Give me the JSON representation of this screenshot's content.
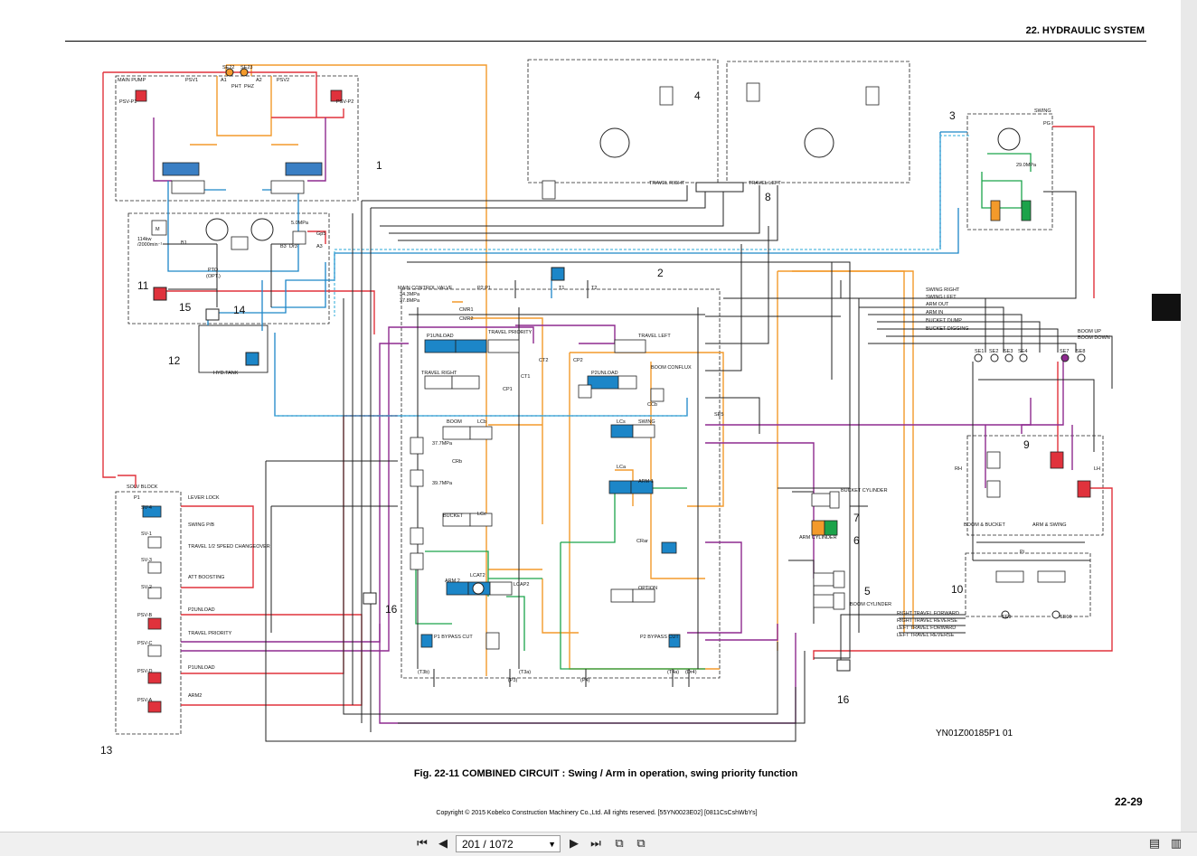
{
  "header": {
    "section_title": "22. HYDRAULIC SYSTEM"
  },
  "figure": {
    "caption": "Fig. 22-11 COMBINED CIRCUIT : Swing / Arm in operation, swing priority function",
    "drawing_code": "YN01Z00185P1  01",
    "page_number": "22-29",
    "copyright": "Copyright © 2015 Kobelco Construction Machinery Co.,Ltd. All rights reserved. [55YN0023E02] [0811CsCshWbYs]"
  },
  "callouts": [
    "1",
    "2",
    "3",
    "4",
    "5",
    "6",
    "7",
    "8",
    "9",
    "10",
    "11",
    "12",
    "13",
    "14",
    "15",
    "16",
    "16"
  ],
  "labels": {
    "main_pump": "MAIN PUMP",
    "psv1": "PSV1",
    "psv2": "PSV2",
    "psvp1": "PSV-P1",
    "psvp2": "PSV-P2",
    "se22": "SE22",
    "se23": "SE23",
    "pht": "PHT",
    "phz": "PHZ",
    "a1": "A1",
    "a2": "A2",
    "b1": "B1",
    "b3": "B3",
    "dr3": "Dr3",
    "a3": "A3",
    "m": "M",
    "engine_kw": "114kw",
    "engine_rpm": "/2000min⁻¹",
    "pto": "PTO",
    "opt": "(OPT.)",
    "mpa50": "5.0MPa",
    "pilot": "Gp5",
    "hyd_tank": "HYD.TANK",
    "travel_right": "TRAVEL RIGHT",
    "travel_left": "TRAVEL LEFT",
    "swing_motor": "SWING",
    "pg": "PG",
    "mpa290": "29.0MPa",
    "main_cv": "MAIN CONTROL VALVE",
    "mpa343": "34.3MPa",
    "mpa378": "37.8MPa",
    "cmr1": "CMR1",
    "cmr2": "CMR2",
    "p1unload": "P1UNLOAD",
    "travel_priority": "TRAVEL PRIORITY",
    "travel_right_spool": "TRAVEL RIGHT",
    "ct1": "CT1",
    "cp1": "CP1",
    "boom_spool": "BOOM",
    "lcb": "LCb",
    "crb": "CRb",
    "mpa377": "37.7MPa",
    "mpa397": "39.7MPa",
    "bucket_spool": "BUCKET",
    "lcc": "LCc",
    "arm2": "ARM 2",
    "lcat2": "LCAT2",
    "lcap2": "LCAP2",
    "p1bypass": "P1 BYPASS CUT",
    "travel_left_spool": "TRAVEL LEFT",
    "p2unload": "P2UNLOAD",
    "boom_conflux": "BOOM CONFLUX",
    "ccb": "CCb",
    "lcs": "LCs",
    "swing_spool": "SWING",
    "lca": "LCa",
    "arm1": "ARM 1",
    "crar": "CRar",
    "option": "OPTION",
    "p2bypass": "P2 BYPASS CUT",
    "ct2": "CT2",
    "cp2": "CP2",
    "t1": "T1",
    "t2": "T2",
    "p2p1": "P2 P1",
    "t3b": "(T3b)",
    "t3a": "(T3a)",
    "p3": "(P3)",
    "p4": "(P4)",
    "t4a": "(T4a)",
    "dr": "(Dr4)",
    "solv_block": "SOLV BLOCK",
    "p1": "P1",
    "lever_lock": "LEVER LOCK",
    "swing_pb": "SWING P/B",
    "travel_speed": "TRAVEL 1/2 SPEED CHANGEOVER",
    "att_boosting": "ATT BOOSTING",
    "p2unload_s": "P2UNLOAD",
    "travel_priority_s": "TRAVEL PRIORITY",
    "p1unload_s": "P1UNLOAD",
    "arm2_s": "ARM2",
    "sv4": "SV-4",
    "sv1": "SV-1",
    "sv3": "SV-3",
    "sv2": "SV-2",
    "psvb": "PSV-B",
    "psvc": "PSV-C",
    "psvd": "PSV-D",
    "psva": "PSV-A",
    "bucket_cyl": "BUCKET CYLINDER",
    "arm_cyl": "ARM CYLINDER",
    "boom_cyl": "BOOM CYLINDER",
    "swing_right": "SWING RIGHT",
    "swing_left": "SWING LEFT",
    "arm_out": "ARM OUT",
    "arm_in": "ARM IN",
    "bucket_dump": "BUCKET DUMP",
    "bucket_digging": "BUCKET DIGGING",
    "boom_up": "BOOM UP",
    "boom_down": "BOOM DOWN",
    "se1": "SE1",
    "se2": "SE2",
    "se3": "SE3",
    "se4": "SE4",
    "se7": "SE7",
    "se8": "SE8",
    "se5": "SE5",
    "rh": "RH",
    "lh": "LH",
    "boom_bucket": "BOOM & BUCKET",
    "arm_swing": "ARM & SWING",
    "rtf": "RIGHT TRAVEL FORWARD",
    "rtr": "RIGHT TRAVEL REVERSE",
    "ltf": "LEFT TRAVEL FORWARD",
    "ltr": "LEFT TRAVEL REVERSE",
    "se9": "SE9",
    "se10": "SE10",
    "pi": "Pi"
  },
  "colors": {
    "orange": "#f39a2b",
    "red": "#e0323c",
    "purple": "#8e2a8f",
    "blue": "#1c86c8",
    "green": "#1ba34a",
    "cyan": "#2aa8d8",
    "black": "#222222"
  },
  "toolbar": {
    "current_page": "201 / 1072",
    "first_icon": "first-page-icon",
    "prev_icon": "prev-page-icon",
    "next_icon": "next-page-icon",
    "last_icon": "last-page-icon"
  }
}
